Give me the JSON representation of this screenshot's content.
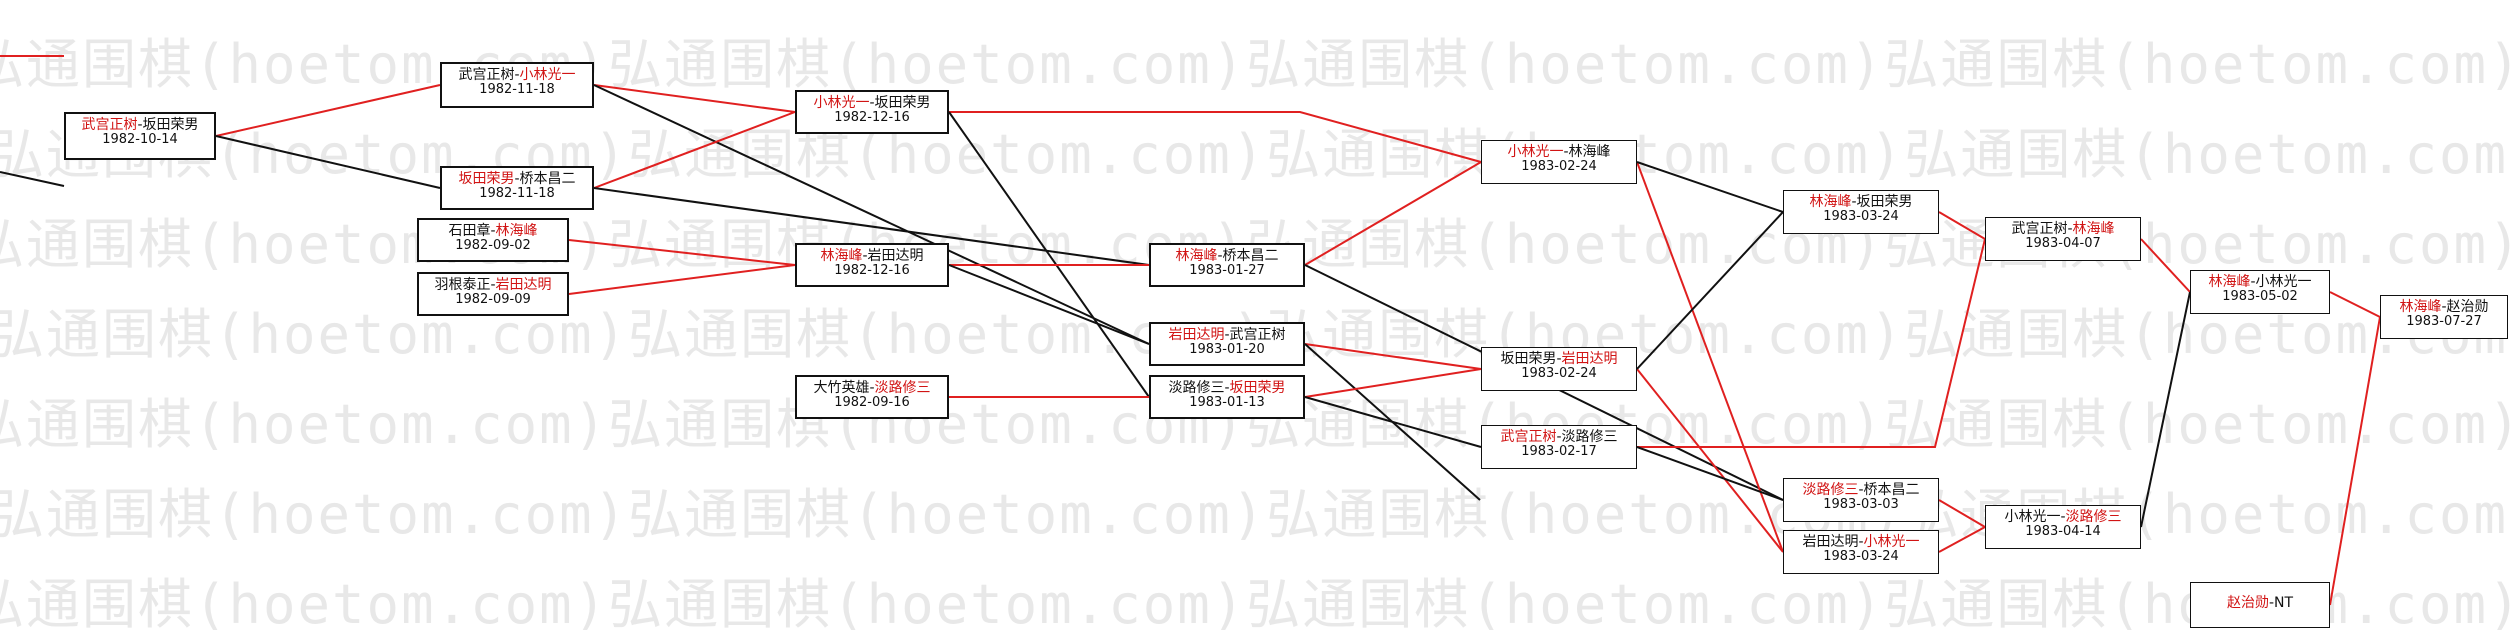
{
  "watermark": {
    "text": "弘通围棋(hoetom.com)",
    "color": "#e8e8e8"
  },
  "colors": {
    "win": "#d11414",
    "loss": "#111111",
    "win_line": "#e02020",
    "loss_line": "#111111"
  },
  "nodes": [
    {
      "id": "n1",
      "p1": "武宫正树",
      "p2": "坂田荣男",
      "winner": 1,
      "date": "1982-10-14"
    },
    {
      "id": "n2",
      "p1": "武宫正树",
      "p2": "小林光一",
      "winner": 2,
      "date": "1982-11-18"
    },
    {
      "id": "n3",
      "p1": "坂田荣男",
      "p2": "桥本昌二",
      "winner": 1,
      "date": "1982-11-18"
    },
    {
      "id": "n4",
      "p1": "石田章",
      "p2": "林海峰",
      "winner": 2,
      "date": "1982-09-02"
    },
    {
      "id": "n5",
      "p1": "羽根泰正",
      "p2": "岩田达明",
      "winner": 2,
      "date": "1982-09-09"
    },
    {
      "id": "n6",
      "p1": "小林光一",
      "p2": "坂田荣男",
      "winner": 1,
      "date": "1982-12-16"
    },
    {
      "id": "n7",
      "p1": "林海峰",
      "p2": "岩田达明",
      "winner": 1,
      "date": "1982-12-16"
    },
    {
      "id": "n8",
      "p1": "大竹英雄",
      "p2": "淡路修三",
      "winner": 2,
      "date": "1982-09-16"
    },
    {
      "id": "n9",
      "p1": "林海峰",
      "p2": "桥本昌二",
      "winner": 1,
      "date": "1983-01-27"
    },
    {
      "id": "n10",
      "p1": "岩田达明",
      "p2": "武宫正树",
      "winner": 1,
      "date": "1983-01-20"
    },
    {
      "id": "n11",
      "p1": "淡路修三",
      "p2": "坂田荣男",
      "winner": 2,
      "date": "1983-01-13"
    },
    {
      "id": "n12",
      "p1": "小林光一",
      "p2": "林海峰",
      "winner": 1,
      "date": "1983-02-24"
    },
    {
      "id": "n13",
      "p1": "坂田荣男",
      "p2": "岩田达明",
      "winner": 2,
      "date": "1983-02-24"
    },
    {
      "id": "n14",
      "p1": "武宫正树",
      "p2": "淡路修三",
      "winner": 1,
      "date": "1983-02-17"
    },
    {
      "id": "n15",
      "p1": "林海峰",
      "p2": "坂田荣男",
      "winner": 1,
      "date": "1983-03-24"
    },
    {
      "id": "n16",
      "p1": "淡路修三",
      "p2": "桥本昌二",
      "winner": 1,
      "date": "1983-03-03"
    },
    {
      "id": "n17",
      "p1": "岩田达明",
      "p2": "小林光一",
      "winner": 2,
      "date": "1983-03-24"
    },
    {
      "id": "n18",
      "p1": "武宫正树",
      "p2": "林海峰",
      "winner": 2,
      "date": "1983-04-07"
    },
    {
      "id": "n19",
      "p1": "小林光一",
      "p2": "淡路修三",
      "winner": 2,
      "date": "1983-04-14"
    },
    {
      "id": "n20",
      "p1": "林海峰",
      "p2": "小林光一",
      "winner": 1,
      "date": "1983-05-02"
    },
    {
      "id": "n21",
      "p1": "林海峰",
      "p2": "赵治勋",
      "winner": 1,
      "date": "1983-07-27"
    },
    {
      "id": "n22",
      "p1": "赵治勋",
      "p2": "NT",
      "winner": 1,
      "date": ""
    }
  ],
  "edges": [
    {
      "from": "n1",
      "to": "n2",
      "win": true
    },
    {
      "from": "n1",
      "to": "n3",
      "win": false
    },
    {
      "from": "n2",
      "to": "n6",
      "win": true
    },
    {
      "from": "n2",
      "to": "n10",
      "win": false
    },
    {
      "from": "n3",
      "to": "n6",
      "win": true
    },
    {
      "from": "n3",
      "to": "n9",
      "win": false
    },
    {
      "from": "n4",
      "to": "n7",
      "win": true
    },
    {
      "from": "n5",
      "to": "n7",
      "win": true
    },
    {
      "from": "n6",
      "to": "n12",
      "win": true
    },
    {
      "from": "n6",
      "to": "n11",
      "win": false
    },
    {
      "from": "n7",
      "to": "n9",
      "win": true
    },
    {
      "from": "n7",
      "to": "n10",
      "win": false
    },
    {
      "from": "n8",
      "to": "n11",
      "win": true
    },
    {
      "from": "n9",
      "to": "n12",
      "win": true
    },
    {
      "from": "n9",
      "to": "n16",
      "win": false
    },
    {
      "from": "n10",
      "to": "n13",
      "win": true
    },
    {
      "from": "n10",
      "to": "n14",
      "win": false
    },
    {
      "from": "n11",
      "to": "n13",
      "win": true
    },
    {
      "from": "n11",
      "to": "n14",
      "win": false
    },
    {
      "from": "n12",
      "to": "n17",
      "win": true
    },
    {
      "from": "n12",
      "to": "n15",
      "win": false
    },
    {
      "from": "n13",
      "to": "n17",
      "win": true
    },
    {
      "from": "n13",
      "to": "n15",
      "win": false
    },
    {
      "from": "n14",
      "to": "n18",
      "win": true
    },
    {
      "from": "n14",
      "to": "n16",
      "win": false
    },
    {
      "from": "n15",
      "to": "n18",
      "win": true
    },
    {
      "from": "n16",
      "to": "n19",
      "win": true
    },
    {
      "from": "n17",
      "to": "n19",
      "win": true
    },
    {
      "from": "n18",
      "to": "n20",
      "win": true
    },
    {
      "from": "n19",
      "to": "n20",
      "win": false
    },
    {
      "from": "n20",
      "to": "n21",
      "win": true
    },
    {
      "from": "n22",
      "to": "n21",
      "win": true
    }
  ],
  "inbound": [
    {
      "to": "n1",
      "win": true
    },
    {
      "to": "n1",
      "win": false
    }
  ]
}
